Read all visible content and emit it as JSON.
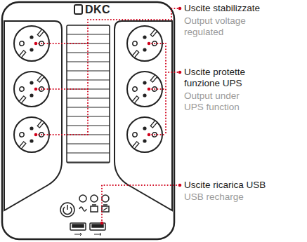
{
  "diagram": {
    "labels": [
      "DKC",
      "Uscite stabilizzate",
      "Output voltage regulated",
      "Uscite protette funzione UPS",
      "Output under UPS function",
      "Uscite ricarica USB",
      "USB recharge"
    ]
  }
}
